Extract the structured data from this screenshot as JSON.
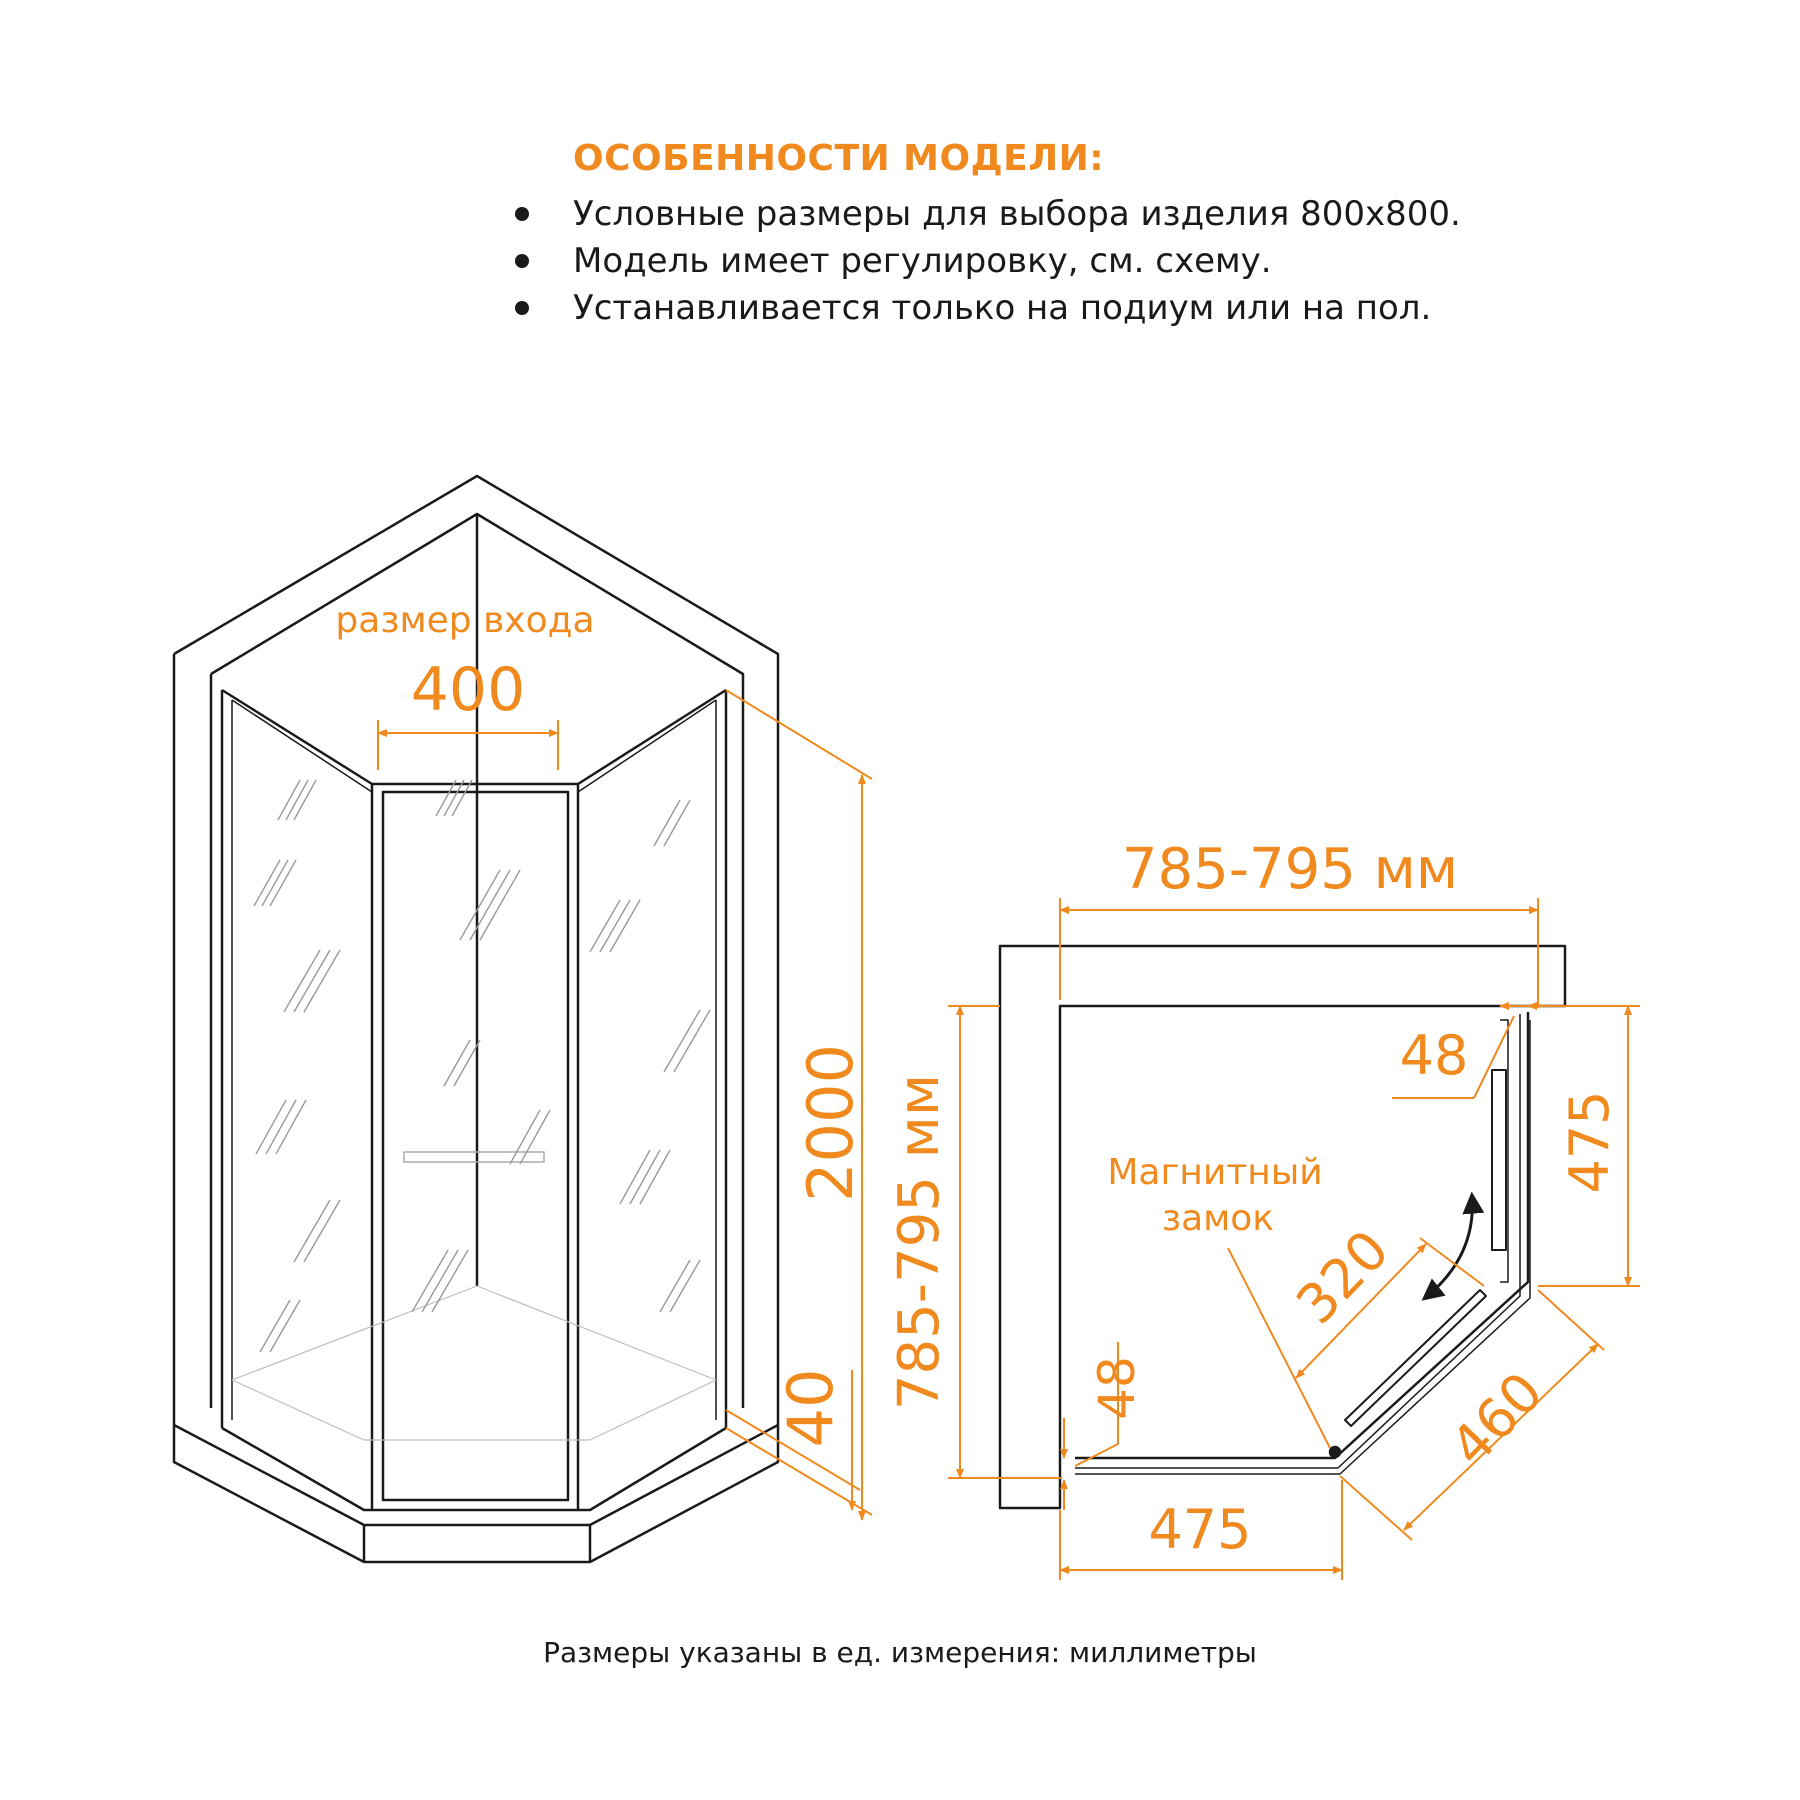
{
  "colors": {
    "accent": "#f08a1e",
    "line": "#1a1a1a",
    "background": "#ffffff"
  },
  "features": {
    "title": "ОСОБЕННОСТИ МОДЕЛИ:",
    "items": [
      "Условные размеры для выбора изделия 800х800.",
      "Модель имеет регулировку, см. схему.",
      "Устанавливается только на подиум или на пол."
    ]
  },
  "front_view": {
    "entry_label": "размер входа",
    "entry_width": "400",
    "height": "2000",
    "tray_height": "40"
  },
  "plan_view": {
    "width": "785-795 мм",
    "depth": "785-795 мм",
    "magnet_label_line1": "Магнитный",
    "magnet_label_line2": "замок",
    "side_top": "48",
    "side_right": "475",
    "door": "320",
    "diagonal": "460",
    "side_left": "48",
    "side_bottom": "475"
  },
  "footer": "Размеры указаны в ед. измерения: миллиметры"
}
